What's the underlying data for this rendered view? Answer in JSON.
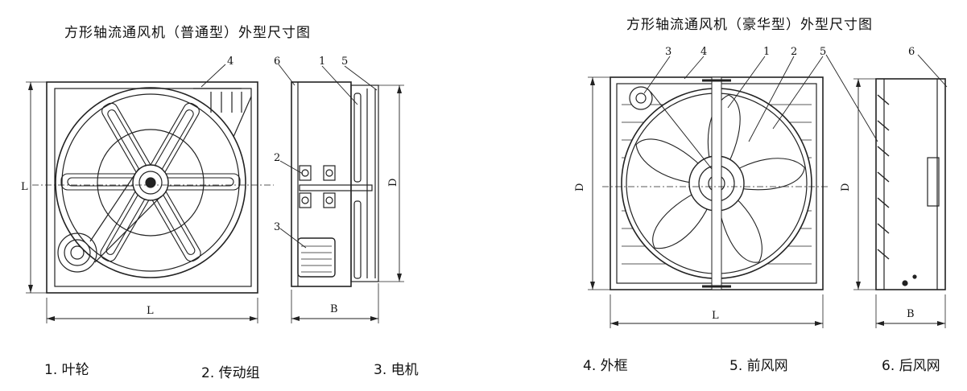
{
  "titles": {
    "left": "方形轴流通风机（普通型）外型尺寸图",
    "right": "方形轴流通风机（豪华型）外型尺寸图"
  },
  "legend": [
    {
      "label": "1. 叶轮"
    },
    {
      "label": "2. 传动组"
    },
    {
      "label": "3. 电机"
    },
    {
      "label": "4. 外框"
    },
    {
      "label": "5. 前风网"
    },
    {
      "label": "6. 后风网"
    }
  ],
  "callouts": {
    "n1": "1",
    "n2": "2",
    "n3": "3",
    "n4": "4",
    "n5": "5",
    "n6": "6"
  },
  "dimensions": {
    "L": "L",
    "D": "D",
    "B": "B"
  }
}
